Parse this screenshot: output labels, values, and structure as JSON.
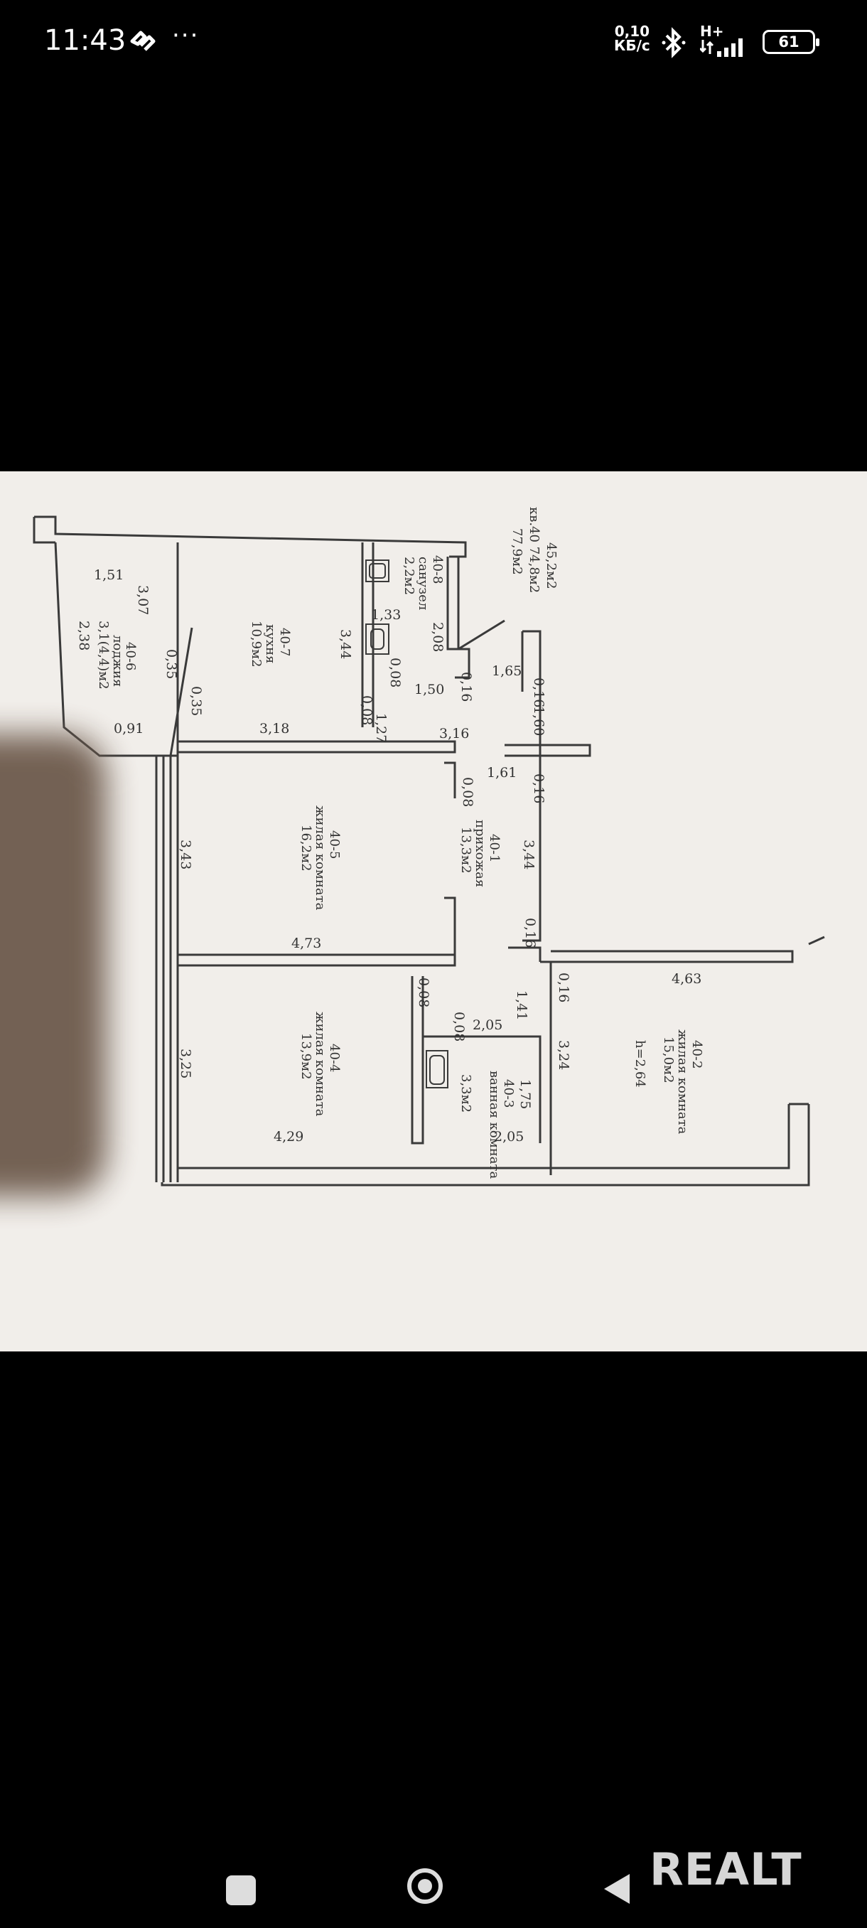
{
  "status_bar": {
    "time": "11:43",
    "speed_top": "0,10",
    "speed_bottom": "КБ/с",
    "network": "H+",
    "battery": "61"
  },
  "floorplan": {
    "apartment": {
      "line1": "45,2м2",
      "line2": "кв.40 74,8м2",
      "line3": "77,9м2"
    },
    "rooms": [
      {
        "id": "40-8",
        "name": "санузел",
        "area": "2,2м2"
      },
      {
        "id": "40-7",
        "name": "кухня",
        "area": "10,9м2"
      },
      {
        "id": "40-6",
        "name": "лоджия",
        "area": "3,1(4,4)м2"
      },
      {
        "id": "40-5",
        "name": "жилая комната",
        "area": "16,2м2"
      },
      {
        "id": "40-1",
        "name": "прихожая",
        "area": "13,3м2"
      },
      {
        "id": "40-4",
        "name": "жилая комната",
        "area": "13,9м2"
      },
      {
        "id": "40-3",
        "name": "ванная комната",
        "area": "3,3м2"
      },
      {
        "id": "40-2",
        "name": "жилая комната",
        "area": "15,0м2",
        "extra": "h=2,64"
      }
    ],
    "dimensions": {
      "d151": "1,51",
      "d307": "3,07",
      "d238": "2,38",
      "d035a": "0,35",
      "d035b": "0,35",
      "d091": "0,91",
      "d318": "3,18",
      "d344a": "3,44",
      "d133": "1,33",
      "d208": "2,08",
      "d008a": "0,08",
      "d008b": "0,08",
      "d150": "1,50",
      "d127": "1,27",
      "d016a": "0,16",
      "d165": "1,65",
      "d016b": "0,16",
      "d160": "1,60",
      "d316": "3,16",
      "d161": "1,61",
      "d016c": "0,16",
      "d008c": "0,08",
      "d343": "3,43",
      "d344b": "3,44",
      "d473": "4,73",
      "d016d": "0,16",
      "d016e": "0,16",
      "d141": "1,41",
      "d463": "4,63",
      "d008d": "0,08",
      "d008e": "0,08",
      "d205a": "2,05",
      "d324": "3,24",
      "d325": "3,25",
      "d175": "1,75",
      "d429": "4,29",
      "d205b": "2,05"
    }
  },
  "watermark": "REALT",
  "colors": {
    "background": "#000000",
    "paper": "#f1eeea",
    "ink": "#3a3a3a"
  }
}
